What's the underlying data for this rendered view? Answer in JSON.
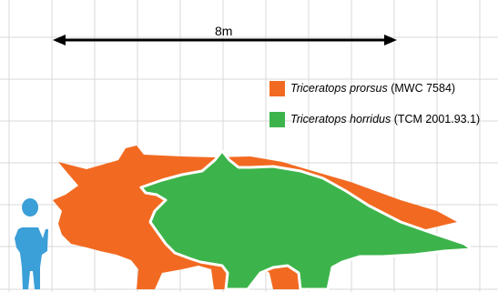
{
  "scale": {
    "label": "8m"
  },
  "legend": [
    {
      "species": "Triceratops prorsus",
      "specimen": "(MWC 7584)",
      "color": "#f26a21"
    },
    {
      "species": "Triceratops horridus",
      "specimen": "(TCM 2001.93.1)",
      "color": "#3cb44b"
    }
  ],
  "colors": {
    "human": "#3b9fd8",
    "grid": "#d9d9d9"
  }
}
